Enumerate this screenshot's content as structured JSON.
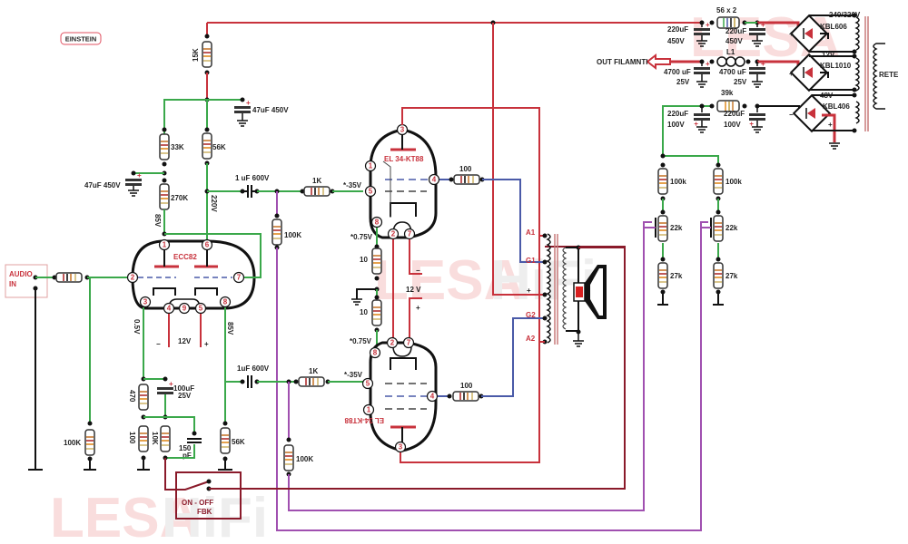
{
  "title_badge": "EINSTEIN",
  "watermark": {
    "part1": "LESA",
    "part2": "HiFi"
  },
  "input": {
    "label_line1": "AUDIO",
    "label_line2": "IN"
  },
  "preamp": {
    "tube_name": "ECC82",
    "pins": [
      "1",
      "6",
      "2",
      "7",
      "3",
      "4",
      "9",
      "5",
      "8"
    ],
    "r_anode_supply": "15K",
    "cap_supply": "47uF  450V",
    "r_left_top": "33K",
    "r_left_bottom": "270K",
    "cap_left": "47uF  450V",
    "r_right": "56K",
    "v_left_plate": "85V",
    "v_right_plate": "220V",
    "v_cathode_left": "0.5V",
    "v_cathode_right": "85V",
    "heater_v": "12V",
    "heater_minus": "−",
    "heater_plus": "+",
    "r_input_grid": "100K",
    "r_cathode": "470",
    "r_cathode2": "100",
    "r_fb": "10K",
    "cap_cathode": "100uF 25V",
    "cap_cathode_line1": "100uF",
    "cap_cathode_line2": "25V",
    "cap_fb_line1": "150",
    "cap_fb_line2": "pF",
    "r_tail": "56K"
  },
  "coupling": {
    "cap_top": "1 uF  600V",
    "cap_bottom": "1uF  600V",
    "r_grid_stop_top": "1K",
    "r_grid_stop_bottom": "1K",
    "r_grid_leak_top": "100K",
    "r_grid_leak_bottom": "100K"
  },
  "power_tubes": {
    "top": {
      "name": "EL 34-KT88",
      "pins": [
        "3",
        "1",
        "5",
        "4",
        "8",
        "2",
        "7"
      ],
      "v_grid": "*-35V",
      "v_cathode": "*0.75V",
      "r_screen": "100",
      "r_cathode": "10"
    },
    "bottom": {
      "name": "EL 34-KT88",
      "pins": [
        "3",
        "1",
        "5",
        "4",
        "8",
        "2",
        "7"
      ],
      "v_grid": "*-35V",
      "v_cathode": "*0.75V",
      "r_screen": "100",
      "r_cathode": "10"
    },
    "heater_v": "12 V",
    "heater_minus": "−",
    "heater_plus": "+"
  },
  "output_transformer": {
    "taps": [
      "A1",
      "G1",
      "+",
      "G2",
      "A2"
    ]
  },
  "bias": {
    "r_top_left": "100k",
    "r_top_right": "100k",
    "pot_left": "22k",
    "pot_right": "22k",
    "r_bottom_left": "27k",
    "r_bottom_right": "27k"
  },
  "psu": {
    "r_hv": "56 x 2",
    "cap_hv_left_line1": "220uF",
    "cap_hv_left_line2": "450V",
    "cap_hv_right_line1": "220uF",
    "cap_hv_right_line2": "450V",
    "bridge_hv": "KBL606",
    "v_hv": "240/320V",
    "inductor": "L1",
    "out_label": "OUT FILAMNTI",
    "cap_fil_left_line1": "4700 uF",
    "cap_fil_left_line2": "25V",
    "cap_fil_right_line1": "4700 uF",
    "cap_fil_right_line2": "25V",
    "bridge_fil": "KBL1010",
    "v_fil": "12V",
    "r_bias": "39k",
    "cap_bias_left_line1": "220uF",
    "cap_bias_left_line2": "100V",
    "cap_bias_right_line1": "220uF",
    "cap_bias_right_line2": "100V",
    "bridge_bias": "KBL406",
    "v_bias": "48V",
    "mains": "RETE",
    "plus": "+",
    "minus": "−"
  },
  "feedback_switch": {
    "label": "ON  -  OFF",
    "sub": "FBK"
  }
}
